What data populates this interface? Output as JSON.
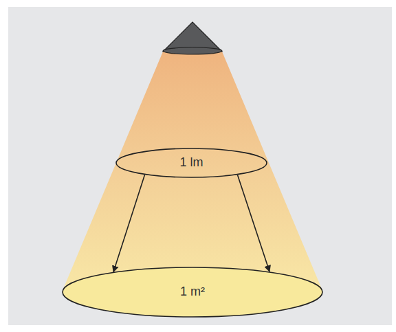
{
  "diagram": {
    "nodes": [
      {
        "text": [
          "1 lm"
        ]
      },
      {
        "text": [
          "1 m²"
        ]
      }
    ],
    "edges": [
      {
        "from": 0,
        "to": 1,
        "arrow": "to"
      },
      {
        "from": 0,
        "to": 1,
        "arrow": "to"
      }
    ]
  }
}
